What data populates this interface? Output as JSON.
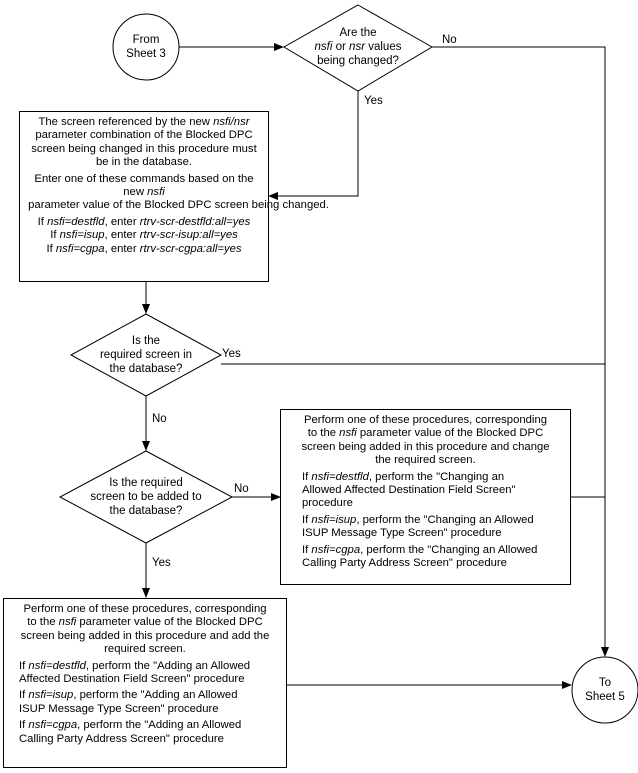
{
  "start": {
    "line1": "From",
    "line2": "Sheet 3"
  },
  "end": {
    "line1": "To",
    "line2": "Sheet 5"
  },
  "d1": {
    "l1": "Are the",
    "l2a": "nsfi",
    "l2b": " or ",
    "l2c": "nsr",
    "l2d": " values",
    "l3": "being changed?",
    "no": "No",
    "yes": "Yes"
  },
  "box1": {
    "p1a": "The screen referenced by the new ",
    "p1b": "nsfi/nsr",
    "p1c": "parameter combination of the Blocked DPC screen being changed in this procedure must be in the database.",
    "p2a": "Enter one of these commands based on the",
    "p2b": "new ",
    "p2c": "nsfi",
    "p2d": " parameter value of the Blocked DPC screen being changed.",
    "c1a": "If ",
    "c1b": "nsfi=destfld",
    "c1c": ", enter ",
    "c1d": "rtrv-scr-destfld:all=yes",
    "c2a": "If ",
    "c2b": "nsfi=isup",
    "c2c": ", enter ",
    "c2d": "rtrv-scr-isup:all=yes",
    "c3a": "If ",
    "c3b": "nsfi=cgpa",
    "c3c": ", enter ",
    "c3d": "rtrv-scr-cgpa:all=yes"
  },
  "d2": {
    "l1": "Is the",
    "l2": "required screen in",
    "l3": "the database?",
    "yes": "Yes",
    "no": "No"
  },
  "d3": {
    "l1": "Is the required",
    "l2": "screen to be added to",
    "l3": "the database?",
    "no": "No",
    "yes": "Yes"
  },
  "box2": {
    "h1": "Perform one of these procedures, corresponding",
    "h2a": "to the ",
    "h2b": "nsfi",
    "h2c": " parameter value of the Blocked DPC",
    "h3": "screen being added in this procedure and change",
    "h4": "the required screen.",
    "o1a": "If ",
    "o1b": "nsfi=destfld",
    "o1c": ", perform the \"Changing an",
    "o1d": "Allowed Affected Destination Field Screen\"",
    "o1e": "procedure",
    "o2a": "If ",
    "o2b": "nsfi=isup",
    "o2c": ", perform the \"Changing an Allowed",
    "o2d": "ISUP Message Type Screen\" procedure",
    "o3a": "If ",
    "o3b": "nsfi=cgpa",
    "o3c": ", perform the \"Changing an Allowed",
    "o3d": "Calling Party Address Screen\" procedure"
  },
  "box3": {
    "h1": "Perform one of these procedures, corresponding",
    "h2a": "to the ",
    "h2b": "nsfi",
    "h2c": " parameter value of the Blocked DPC",
    "h3": "screen being added in this procedure and add the",
    "h4": "required screen.",
    "o1a": "If ",
    "o1b": "nsfi=destfld",
    "o1c": ", perform the \"Adding an Allowed",
    "o1d": "Affected Destination Field Screen\" procedure",
    "o2a": "If ",
    "o2b": "nsfi=isup",
    "o2c": ", perform the \"Adding an Allowed",
    "o2d": "ISUP Message Type Screen\" procedure",
    "o3a": "If ",
    "o3b": "nsfi=cgpa",
    "o3c": ", perform the \"Adding an Allowed",
    "o3d": "Calling Party Address Screen\" procedure"
  }
}
